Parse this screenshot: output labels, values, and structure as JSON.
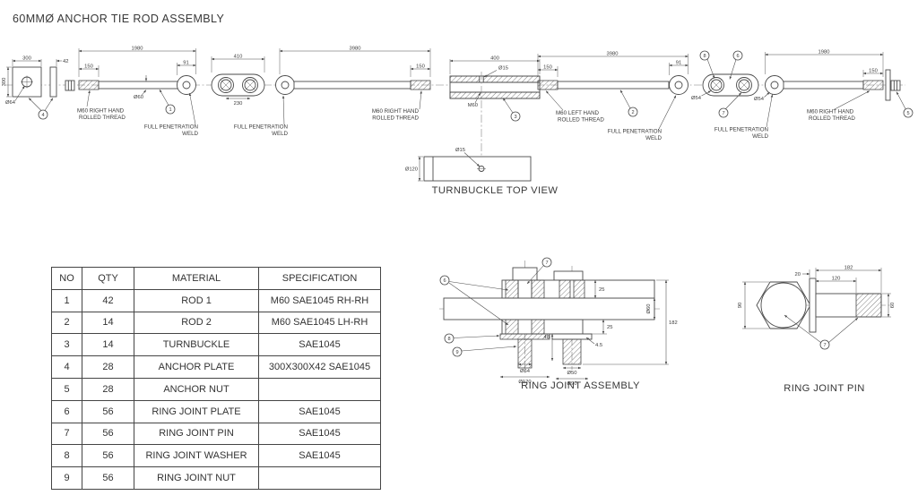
{
  "title": "60MMØ ANCHOR TIE ROD ASSEMBLY",
  "colors": {
    "line": "#4a4a4a",
    "text": "#3a3a3a",
    "background": "#ffffff"
  },
  "notes": {
    "full_pen_line1": "FULL PENETRATION",
    "full_pen_line2": "WELD",
    "rh_thread_line1": "M60 RIGHT HAND",
    "rh_thread_line2": "ROLLED THREAD",
    "lh_thread_line1": "M60  LEFT HAND",
    "lh_thread_line2": "ROLLED THREAD"
  },
  "assembly": {
    "anchor_plate": {
      "width": "300",
      "thickness": "42",
      "height": "300",
      "hole_dia": "Ø64",
      "callout": "4"
    },
    "rod1": {
      "length": "1980",
      "thread_length": "150",
      "eye_width": "91",
      "rod_dia": "Ø60",
      "callout": "1"
    },
    "ring_joint_left": {
      "length": "410",
      "pin_spacing": "230"
    },
    "rod2": {
      "length": "3980",
      "thread_length": "150"
    },
    "turnbuckle": {
      "length": "400",
      "hole_dia": "Ø15",
      "thread": "M60",
      "callout": "3"
    },
    "rod3": {
      "length": "3980",
      "thread_length": "150",
      "eye_width": "91",
      "callout": "2"
    },
    "ring_joint_right": {
      "pin_dia": "Ø54",
      "callout_washer": "8",
      "callout_plate": "6",
      "callout_pin": "7"
    },
    "rod4": {
      "length": "1980",
      "thread_length": "150",
      "eye_dia": "Ø54",
      "callout": "5"
    }
  },
  "turnbuckle_top_view": {
    "label": "TURNBUCKLE TOP VIEW",
    "body_dia": "Ø120",
    "hole_dia": "Ø15"
  },
  "bom": {
    "headers": [
      "NO",
      "QTY",
      "MATERIAL",
      "SPECIFICATION"
    ],
    "rows": [
      {
        "no": "1",
        "qty": "42",
        "material": "ROD 1",
        "spec": "M60 SAE1045 RH-RH"
      },
      {
        "no": "2",
        "qty": "14",
        "material": "ROD 2",
        "spec": "M60 SAE1045 LH-RH"
      },
      {
        "no": "3",
        "qty": "14",
        "material": "TURNBUCKLE",
        "spec": "SAE1045"
      },
      {
        "no": "4",
        "qty": "28",
        "material": "ANCHOR PLATE",
        "spec": "300X300X42 SAE1045"
      },
      {
        "no": "5",
        "qty": "28",
        "material": "ANCHOR NUT",
        "spec": ""
      },
      {
        "no": "6",
        "qty": "56",
        "material": "RING JOINT PLATE",
        "spec": "SAE1045"
      },
      {
        "no": "7",
        "qty": "56",
        "material": "RING JOINT PIN",
        "spec": "SAE1045"
      },
      {
        "no": "8",
        "qty": "56",
        "material": "RING JOINT WASHER",
        "spec": "SAE1045"
      },
      {
        "no": "9",
        "qty": "56",
        "material": "RING JOINT NUT",
        "spec": ""
      }
    ]
  },
  "ring_joint_assembly": {
    "label": "RING JOINT ASSEMBLY",
    "plate_thickness_top": "25",
    "plate_thickness_bottom": "25",
    "bar_dia": "Ø60",
    "overall_height": "182",
    "nut_height": "48",
    "washer_thickness": "4.5",
    "pin_hole_dia": "Ø64",
    "boss_dia": "Ø120",
    "pin_dia": "Ø50",
    "washer_dia": "Ø90",
    "callout_pin": "7",
    "callout_plate": "6",
    "callout_washer": "8",
    "callout_nut": "9"
  },
  "ring_joint_pin": {
    "label": "RING JOINT PIN",
    "head_width": "90",
    "head_thickness": "20",
    "overall_length": "182",
    "shank_length": "120",
    "shank_dia": "60",
    "callout": "7"
  }
}
